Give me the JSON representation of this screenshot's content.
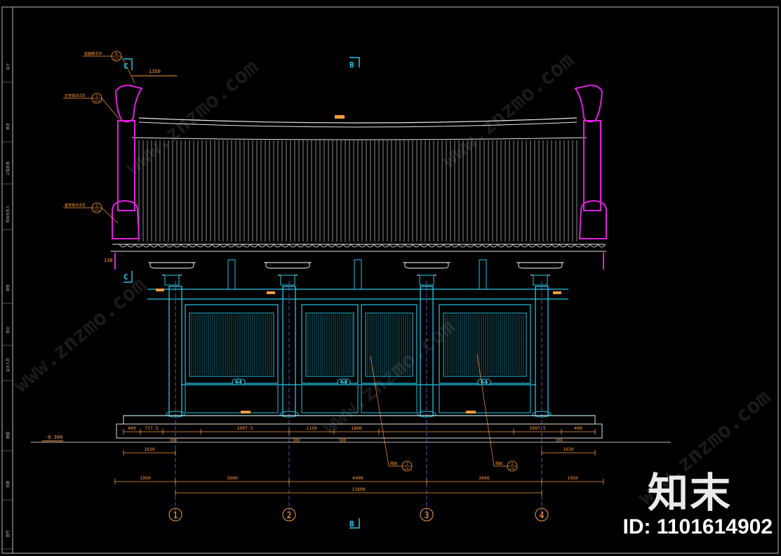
{
  "drawing": {
    "section_marks": {
      "left_top": "C",
      "left_bottom": "C",
      "center_top": "B",
      "center_bottom": "B"
    },
    "top_dim": "1350",
    "eave_dim": "130",
    "elevation_mark": "-0.300",
    "axes": [
      "1",
      "2",
      "3",
      "4"
    ],
    "dims_row1": [
      "400",
      "737.5",
      "1007.5",
      "1150",
      "1800",
      "1007.5",
      "400"
    ],
    "dims_small": [
      "300",
      "300",
      "300",
      "300"
    ],
    "dims_row2": [
      "1630",
      "1630"
    ],
    "dims_row3": [
      "1950",
      "3600",
      "4400",
      "3600",
      "1950"
    ],
    "total": "11600",
    "callouts": [
      {
        "label": "屋面做法详",
        "circle_top": "6",
        "circle_bottom": "JZ11"
      },
      {
        "label": "正脊做法详见",
        "circle_top": "1",
        "circle_bottom": "JZ12"
      },
      {
        "label": "垂脊做法详见",
        "circle_top": "2",
        "circle_bottom": "JZ12"
      }
    ],
    "bottom_callouts": [
      {
        "label": "隔扇",
        "circle_top": "1",
        "circle_bottom": "JZ07"
      },
      {
        "label": "隔扇",
        "circle_top": "2",
        "circle_bottom": "JZ07"
      }
    ],
    "panel_tags": [
      "C-1",
      "C-2",
      "C-1"
    ],
    "title_strip": [
      "设计",
      "审定",
      "工程名称",
      "项目负责人",
      "审核",
      "校对",
      "设计人员",
      "制图",
      "日期",
      "图号"
    ]
  },
  "watermark": {
    "brand": "知末",
    "id_label": "ID: 1101614902",
    "site": "www.znzmo.com"
  },
  "colors": {
    "line": "#ffffff",
    "roof": "#e8e8e8",
    "magenta": "#e020e0",
    "cyan": "#22c6e6",
    "dim": "#ff9a3c",
    "axis": "#8a6cff"
  }
}
